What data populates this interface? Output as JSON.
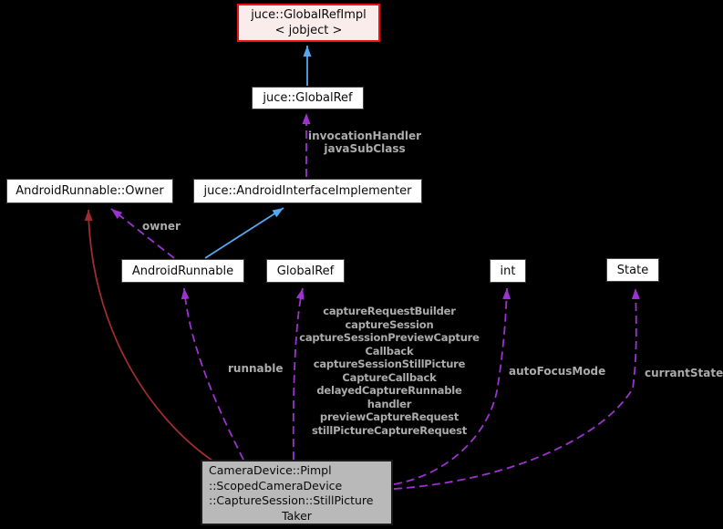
{
  "diagram": {
    "kind": "doxygen-collaboration-graph",
    "background": "#000000",
    "colors": {
      "public_inheritance_edge": "#54a8f0",
      "private_inheritance_edge": "#a02c2c",
      "usage_edge": "#9c33d1",
      "edge_label_text": "#ababab",
      "node_fill": "#ffffff",
      "node_border": "#424242",
      "node_text": "#0a0a0a",
      "highlighted_node_fill": "#fbecec",
      "highlighted_node_border": "#ee1111",
      "current_node_fill": "#b9b9b9",
      "current_node_border": "#1a1a1a"
    }
  },
  "nodes": {
    "global_ref_impl": {
      "lines": [
        "juce::GlobalRefImpl",
        "< jobject >"
      ]
    },
    "global_ref": {
      "label": "juce::GlobalRef"
    },
    "android_runnable_owner": {
      "label": "AndroidRunnable::Owner"
    },
    "android_interface_implementer": {
      "label": "juce::AndroidInterfaceImplementer"
    },
    "android_runnable": {
      "label": "AndroidRunnable"
    },
    "global_ref_member": {
      "label": "GlobalRef"
    },
    "int_type": {
      "label": "int"
    },
    "state_type": {
      "label": "State"
    },
    "still_picture_taker": {
      "lines": [
        "CameraDevice::Pimpl",
        "::ScopedCameraDevice",
        "::CaptureSession::StillPicture",
        "Taker"
      ]
    }
  },
  "edge_labels": {
    "interface_to_globalref": {
      "lines": [
        "invocationHandler",
        "javaSubClass"
      ]
    },
    "owner": "owner",
    "runnable": "runnable",
    "taker_globalref_members": {
      "lines": [
        "captureRequestBuilder",
        "captureSession",
        "captureSessionPreviewCapture",
        "Callback",
        "captureSessionStillPicture",
        "CaptureCallback",
        "delayedCaptureRunnable",
        "handler",
        "previewCaptureRequest",
        "stillPictureCaptureRequest"
      ]
    },
    "auto_focus_mode": "autoFocusMode",
    "current_state": "currantState"
  }
}
